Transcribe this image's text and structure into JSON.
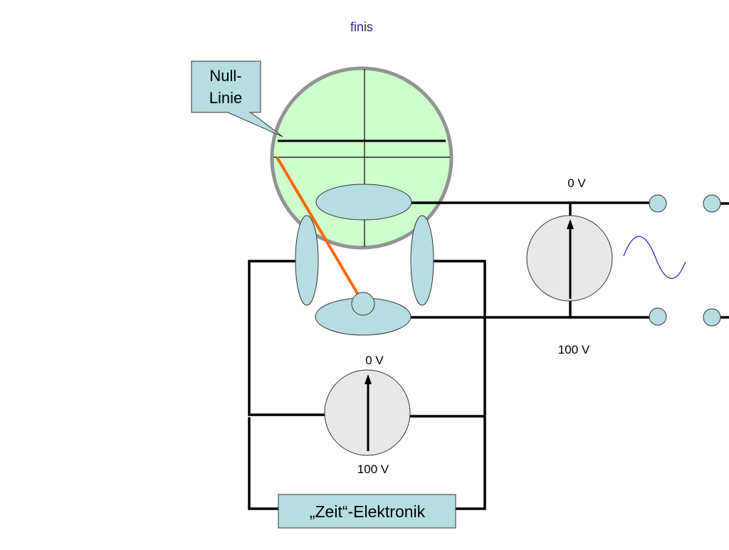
{
  "header": {
    "title": "finis"
  },
  "callout": {
    "line1": "Null-",
    "line2": "Linie"
  },
  "meter_right": {
    "top_label": "0 V",
    "bottom_label": "100 V"
  },
  "meter_bottom": {
    "top_label": "0 V",
    "bottom_label": "100 V"
  },
  "box": {
    "label": "„Zeit“-Elektronik"
  },
  "colors": {
    "screen_fill": "#ccffcc",
    "screen_border": "#939393",
    "plate_fill": "#b7dde3",
    "meter_fill": "#e8e8e8",
    "beam": "#ff6600",
    "sine": "#1f1fcc",
    "title": "#2a2a8a"
  }
}
